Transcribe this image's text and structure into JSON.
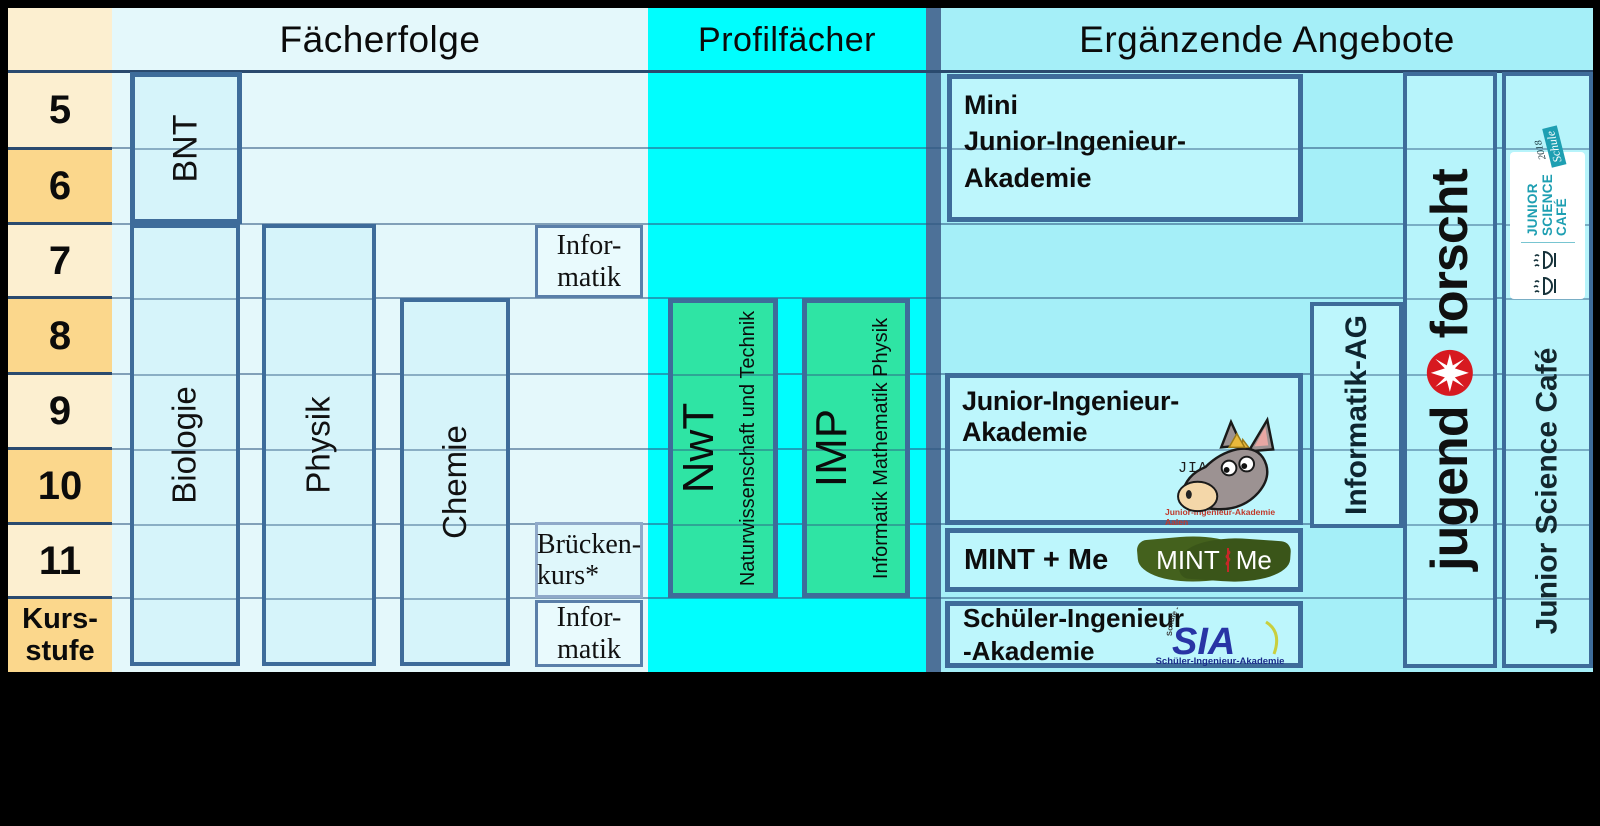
{
  "header": {
    "faecherfolge": "Fächerfolge",
    "profilfaecher": "Profilfächer",
    "ergaenzende": "Ergänzende Angebote"
  },
  "grades": [
    "5",
    "6",
    "7",
    "8",
    "9",
    "10",
    "11"
  ],
  "kursstufe": {
    "line1": "Kurs-",
    "line2": "stufe"
  },
  "faecherfolge": {
    "bnt": "BNT",
    "biologie": "Biologie",
    "physik": "Physik",
    "chemie": "Chemie",
    "informatik_klasse7": {
      "line1": "Infor-",
      "line2": "matik"
    },
    "brueckenkurs": {
      "line1": "Brücken-",
      "line2": "kurs*"
    },
    "informatik_kursstufe": {
      "line1": "Infor-",
      "line2": "matik"
    }
  },
  "profilfaecher": {
    "nwt": {
      "abbr": "NwT",
      "full": "Naturwissenschaft und Technik"
    },
    "imp": {
      "abbr": "IMP",
      "full": "Informatik Mathematik Physik"
    }
  },
  "ergaenzende": {
    "mini_jia": {
      "line1": "Mini",
      "line2": "Junior-Ingenieur-Akademie"
    },
    "jia": {
      "title": "Junior-Ingenieur-Akademie",
      "badge": "JIA-AA",
      "badge_caption": "Junior-Ingenieur-Akademie Aalen"
    },
    "mint_me": {
      "title": "MINT + Me",
      "logo_left": "MINT",
      "logo_right": "Me"
    },
    "sia": {
      "line1": "Schüler-Ingenieur",
      "line2": "-Akademie",
      "logo_abbr": "SIA",
      "logo_arc": "Schule - Wirtschaft - Hochschule",
      "logo_caption": "Schüler-Ingenieur-Akademie"
    },
    "informatik_ag": "Informatik-AG",
    "jugend_forscht": {
      "word1": "jugend",
      "word2": "forscht"
    },
    "junior_science_cafe": {
      "vertical": "Junior Science Café",
      "logo_line1": "JUNIOR",
      "logo_line2": "SCIENCE",
      "logo_line3": "CAFÉ",
      "stamp": "Schule",
      "year": "2018"
    }
  },
  "colors": {
    "profil_cyan": "#00FEFE",
    "faecherfolge_blue": "#E4F8FB",
    "ergaenzende_cyan": "#A5EFF8",
    "grade_row_light": "#FCEFD0",
    "grade_row_dark": "#FBD78C",
    "box_border_blue": "#3E6C9A",
    "profil_green": "#2FE4A4",
    "jugend_forscht_red": "#D71920",
    "sia_blue": "#2834A5",
    "jsc_teal": "#1E9FB2",
    "leaf_green": "#44611D"
  }
}
